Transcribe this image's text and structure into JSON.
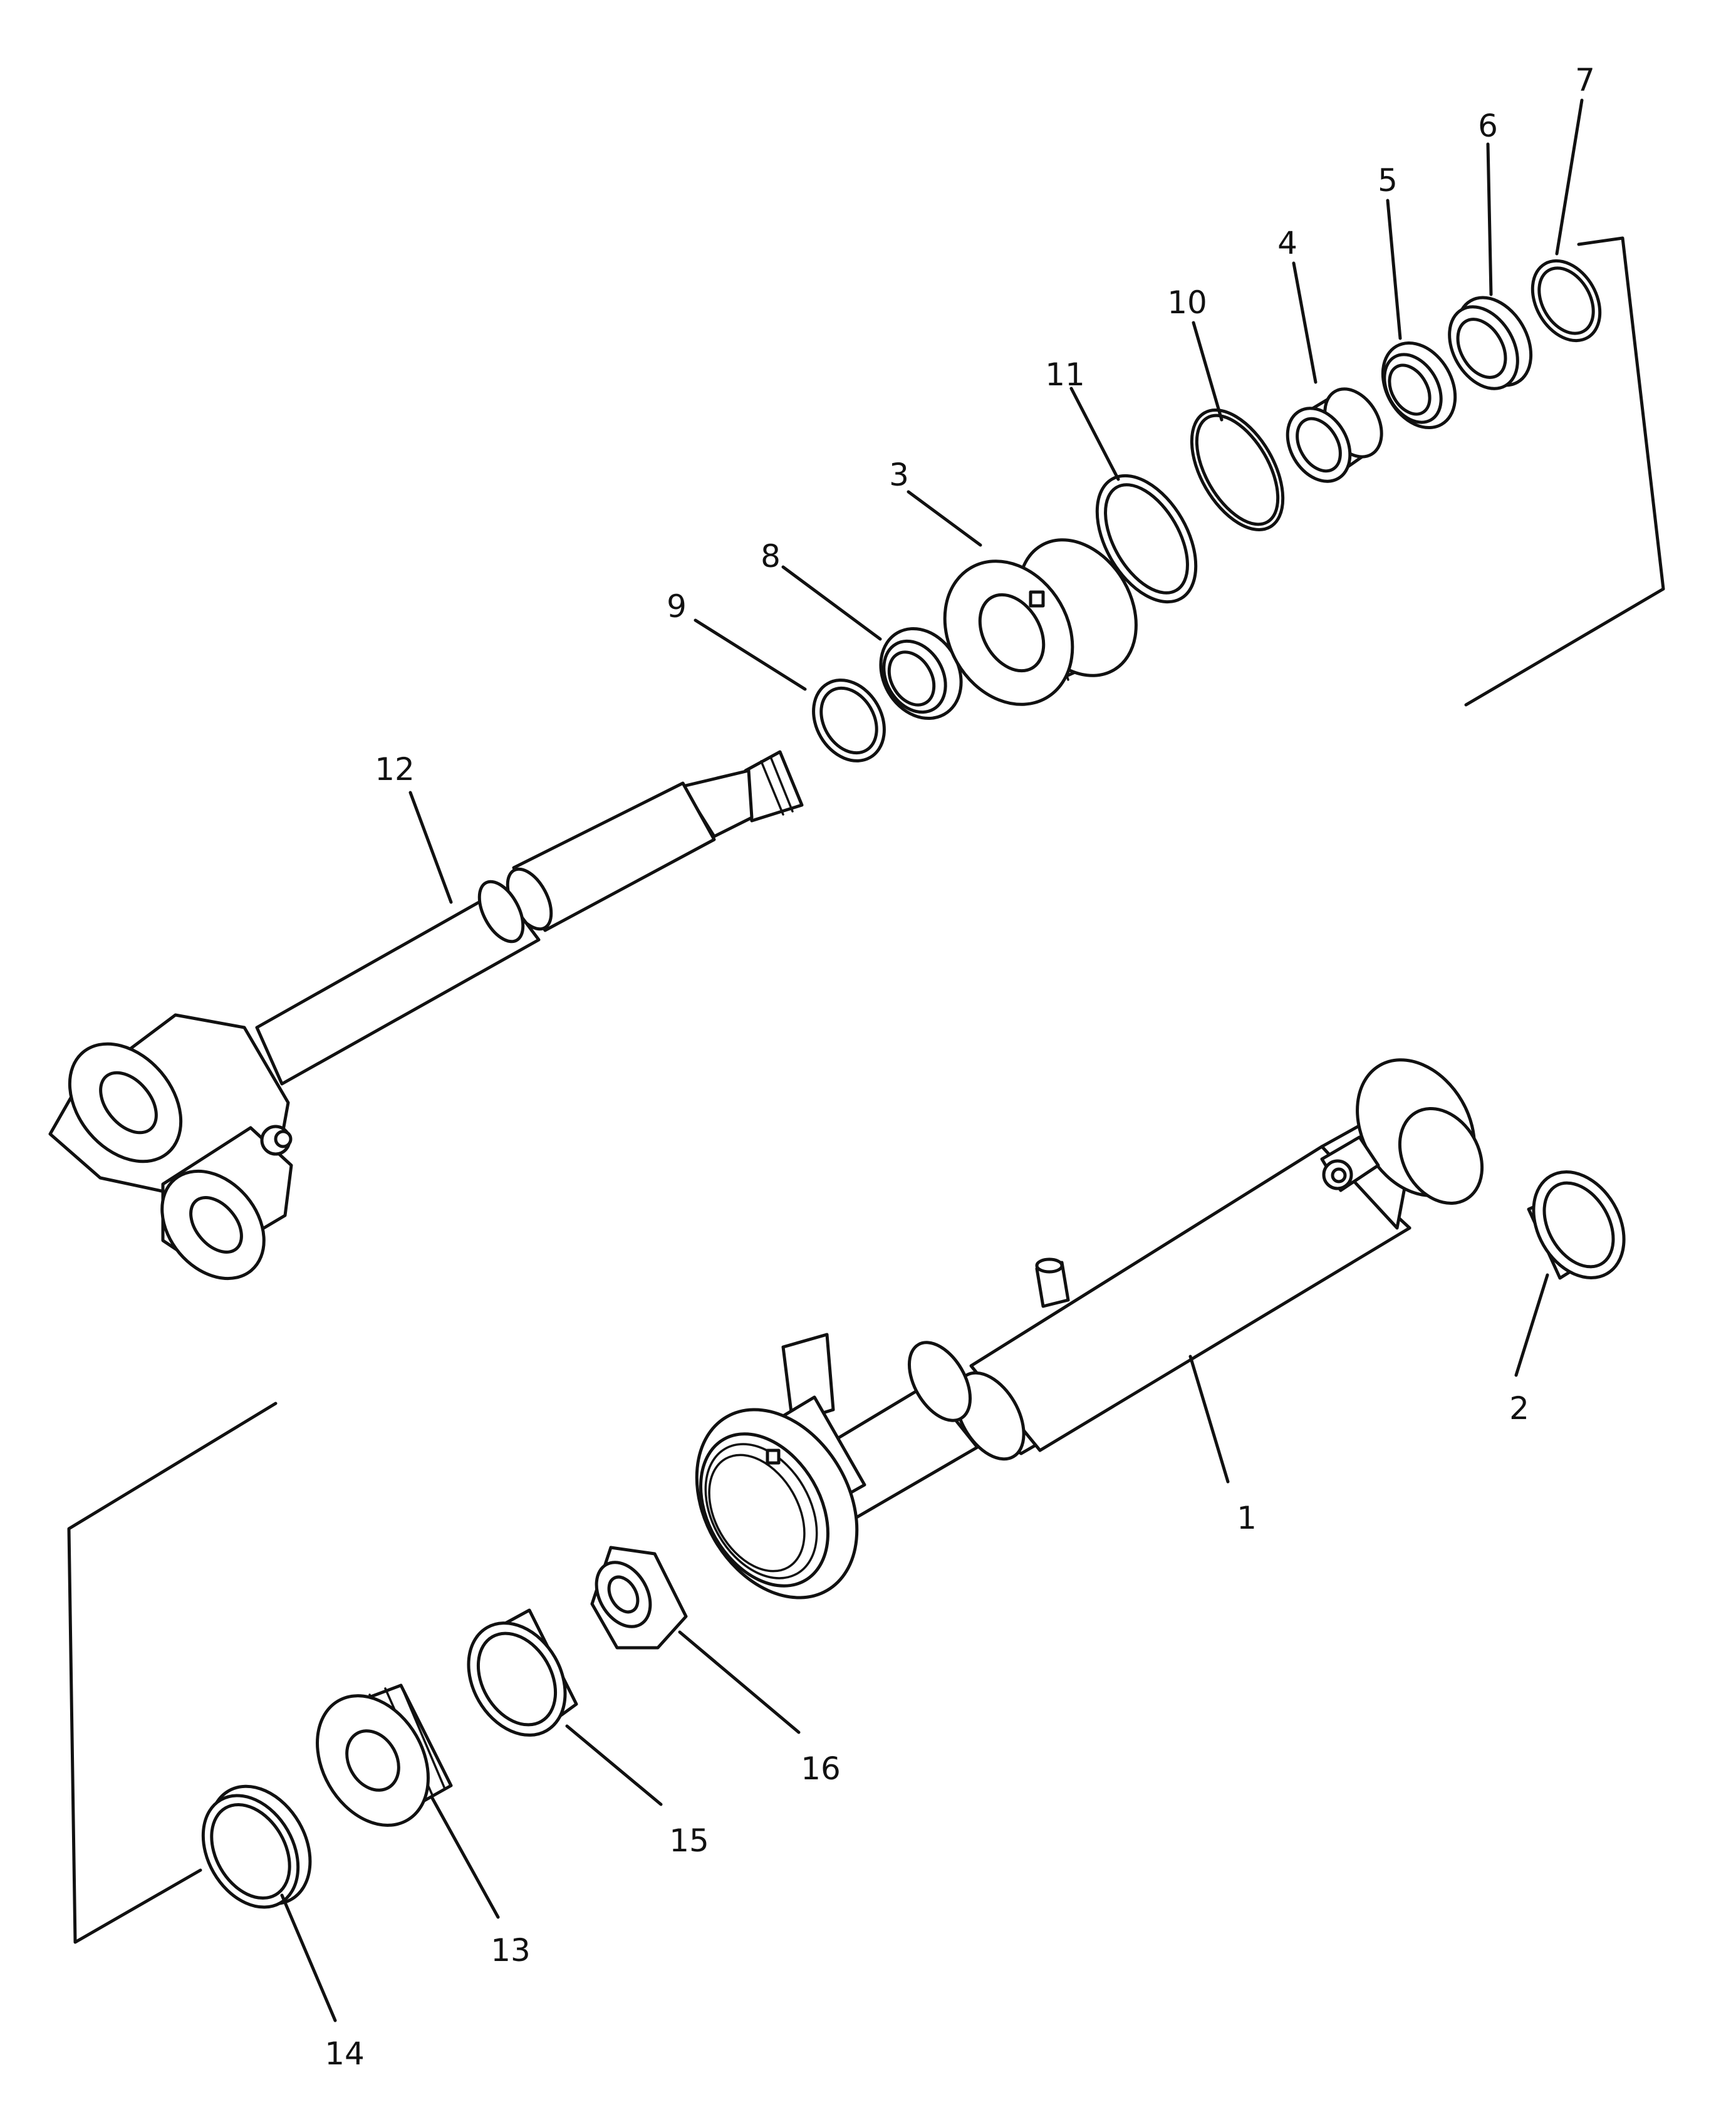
{
  "diagram": {
    "type": "exploded parts diagram",
    "subject": "hydraulic cylinder",
    "line_color": "#111111",
    "background": "#ffffff",
    "callouts": [
      {
        "id": "1",
        "part": "cylinder-tube"
      },
      {
        "id": "2",
        "part": "bushing"
      },
      {
        "id": "3",
        "part": "cylinder-head"
      },
      {
        "id": "4",
        "part": "bushing"
      },
      {
        "id": "5",
        "part": "rod-seal"
      },
      {
        "id": "6",
        "part": "dust-seal"
      },
      {
        "id": "7",
        "part": "snap-ring"
      },
      {
        "id": "8",
        "part": "rod-seal"
      },
      {
        "id": "9",
        "part": "snap-ring"
      },
      {
        "id": "10",
        "part": "o-ring"
      },
      {
        "id": "11",
        "part": "backup-ring"
      },
      {
        "id": "12",
        "part": "piston-rod"
      },
      {
        "id": "13",
        "part": "piston"
      },
      {
        "id": "14",
        "part": "piston-ring"
      },
      {
        "id": "15",
        "part": "wear-ring"
      },
      {
        "id": "16",
        "part": "nut"
      }
    ]
  }
}
